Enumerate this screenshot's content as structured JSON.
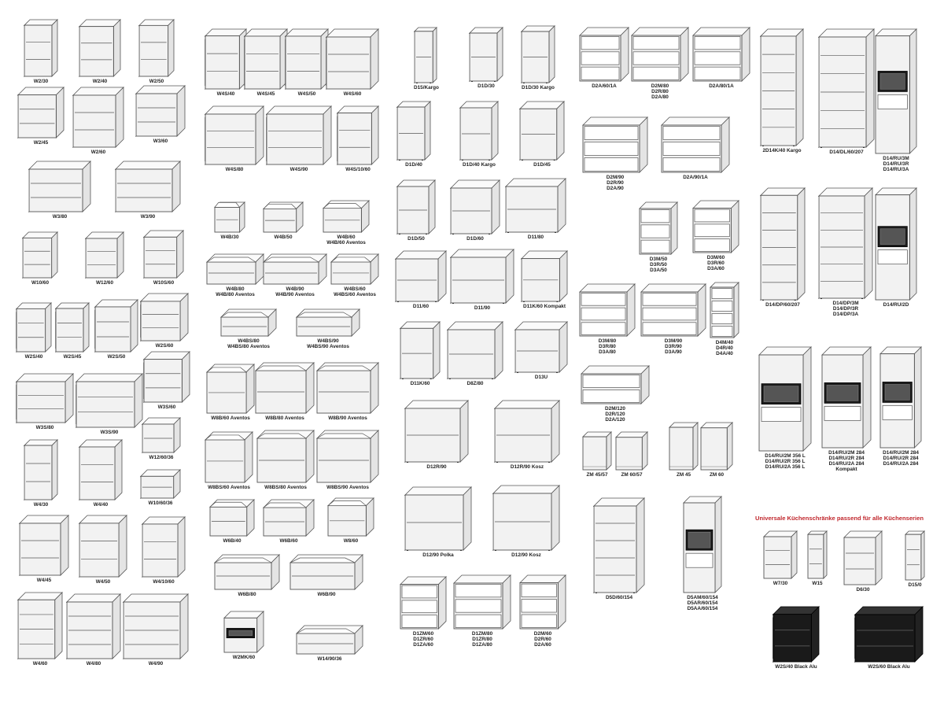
{
  "banner": "Universale Küchenschränke passend für alle Küchenserien",
  "colors": {
    "line": "#555555",
    "fill": "#f2f2f2",
    "dark": "#1a1a1a",
    "accent": "#c0262c"
  },
  "items": [
    {
      "label": [
        "W2/30"
      ],
      "type": "wall"
    },
    {
      "label": [
        "W2/40"
      ],
      "type": "wall"
    },
    {
      "label": [
        "W2/50"
      ],
      "type": "wall"
    },
    {
      "label": [
        "W2/45"
      ],
      "type": "wall"
    },
    {
      "label": [
        "W2/60"
      ],
      "type": "wall"
    },
    {
      "label": [
        "W3/60"
      ],
      "type": "wall"
    },
    {
      "label": [
        "W3/80"
      ],
      "type": "wall"
    },
    {
      "label": [
        "W3/90"
      ],
      "type": "wall"
    },
    {
      "label": [
        "W10/60"
      ],
      "type": "corner"
    },
    {
      "label": [
        "W12/60"
      ],
      "type": "corner"
    },
    {
      "label": [
        "W10S/60"
      ],
      "type": "corner"
    },
    {
      "label": [
        "W2S/40"
      ],
      "type": "glass"
    },
    {
      "label": [
        "W2S/45"
      ],
      "type": "glass"
    },
    {
      "label": [
        "W2S/50"
      ],
      "type": "glass"
    },
    {
      "label": [
        "W2S/60"
      ],
      "type": "glass"
    },
    {
      "label": [
        "W3S/80"
      ],
      "type": "glass"
    },
    {
      "label": [
        "W3S/90"
      ],
      "type": "glass"
    },
    {
      "label": [
        "W3S/60"
      ],
      "type": "glass"
    },
    {
      "label": [
        "W12/60/36"
      ],
      "type": "corner"
    },
    {
      "label": [
        "W10/60/36"
      ],
      "type": "corner"
    },
    {
      "label": [
        "W4/30"
      ],
      "type": "wall"
    },
    {
      "label": [
        "W4/40"
      ],
      "type": "wall"
    },
    {
      "label": [
        "W4/45"
      ],
      "type": "wall"
    },
    {
      "label": [
        "W4/50"
      ],
      "type": "wall"
    },
    {
      "label": [
        "W4/10/60"
      ],
      "type": "wall"
    },
    {
      "label": [
        "W4/60"
      ],
      "type": "wall"
    },
    {
      "label": [
        "W4/80"
      ],
      "type": "wall"
    },
    {
      "label": [
        "W4/90"
      ],
      "type": "wall"
    },
    {
      "label": [
        "W4S/40"
      ],
      "type": "glass"
    },
    {
      "label": [
        "W4S/45"
      ],
      "type": "glass"
    },
    {
      "label": [
        "W4S/50"
      ],
      "type": "glass"
    },
    {
      "label": [
        "W4S/60"
      ],
      "type": "glass"
    },
    {
      "label": [
        "W4S/80"
      ],
      "type": "glass"
    },
    {
      "label": [
        "W4S/90"
      ],
      "type": "glass"
    },
    {
      "label": [
        "W4S/10/60"
      ],
      "type": "glass"
    },
    {
      "label": [
        "W4B/30"
      ],
      "type": "flap"
    },
    {
      "label": [
        "W4B/50"
      ],
      "type": "flap"
    },
    {
      "label": [
        "W4B/60",
        "W4B/60 Aventos"
      ],
      "type": "flap"
    },
    {
      "label": [
        "W4B/80",
        "W4B/80 Aventos"
      ],
      "type": "flap"
    },
    {
      "label": [
        "W4B/90",
        "W4B/90 Aventos"
      ],
      "type": "flap"
    },
    {
      "label": [
        "W4BS/60",
        "W4BS/60 Aventos"
      ],
      "type": "flap"
    },
    {
      "label": [
        "W4BS/80",
        "W4BS/80 Aventos"
      ],
      "type": "flap"
    },
    {
      "label": [
        "W4BS/90",
        "W4BS/90 Aventos"
      ],
      "type": "flap"
    },
    {
      "label": [
        "W8B/60 Aventos"
      ],
      "type": "flap"
    },
    {
      "label": [
        "W8B/80 Aventos"
      ],
      "type": "flap"
    },
    {
      "label": [
        "W8B/90 Aventos"
      ],
      "type": "flap"
    },
    {
      "label": [
        "W8BS/60 Aventos"
      ],
      "type": "flap"
    },
    {
      "label": [
        "W8BS/80 Aventos"
      ],
      "type": "flap"
    },
    {
      "label": [
        "W8BS/90 Aventos"
      ],
      "type": "flap"
    },
    {
      "label": [
        "W6B/40"
      ],
      "type": "flap"
    },
    {
      "label": [
        "W6B/60"
      ],
      "type": "flap"
    },
    {
      "label": [
        "W8/60"
      ],
      "type": "flap"
    },
    {
      "label": [
        "W6B/80"
      ],
      "type": "flap"
    },
    {
      "label": [
        "W6B/90"
      ],
      "type": "flap"
    },
    {
      "label": [
        "W2MK/60"
      ],
      "type": "microwave"
    },
    {
      "label": [
        "W14/90/36"
      ],
      "type": "flap"
    },
    {
      "label": [
        "D15/Kargo"
      ],
      "type": "base"
    },
    {
      "label": [
        "D1D/30"
      ],
      "type": "base"
    },
    {
      "label": [
        "D1D/30 Kargo"
      ],
      "type": "base"
    },
    {
      "label": [
        "D1D/40"
      ],
      "type": "base"
    },
    {
      "label": [
        "D1D/40 Kargo"
      ],
      "type": "base"
    },
    {
      "label": [
        "D1D/45"
      ],
      "type": "base"
    },
    {
      "label": [
        "D1D/50"
      ],
      "type": "base"
    },
    {
      "label": [
        "D1D/60"
      ],
      "type": "base"
    },
    {
      "label": [
        "D11/80"
      ],
      "type": "base"
    },
    {
      "label": [
        "D11/60"
      ],
      "type": "base"
    },
    {
      "label": [
        "D11/90"
      ],
      "type": "base"
    },
    {
      "label": [
        "D11K/60 Kompakt"
      ],
      "type": "base"
    },
    {
      "label": [
        "D11K/60"
      ],
      "type": "base"
    },
    {
      "label": [
        "D8Z/80"
      ],
      "type": "base"
    },
    {
      "label": [
        "D13U"
      ],
      "type": "base"
    },
    {
      "label": [
        "D12R/90"
      ],
      "type": "cornerbase"
    },
    {
      "label": [
        "D12R/90 Kosz"
      ],
      "type": "cornerbase"
    },
    {
      "label": [
        "D12/90 Polka"
      ],
      "type": "cornerbase"
    },
    {
      "label": [
        "D12/90 Kosz"
      ],
      "type": "cornerbase"
    },
    {
      "label": [
        "D1ZM/60",
        "D1ZR/60",
        "D1ZA/60"
      ],
      "type": "drawers"
    },
    {
      "label": [
        "D1ZM/80",
        "D1ZR/80",
        "D1ZA/80"
      ],
      "type": "drawers"
    },
    {
      "label": [
        "D2M/60",
        "D2R/60",
        "D2A/60"
      ],
      "type": "drawers"
    },
    {
      "label": [
        "D2A/60/1A"
      ],
      "type": "drawers"
    },
    {
      "label": [
        "D2M/80",
        "D2R/80",
        "D2A/80"
      ],
      "type": "drawers"
    },
    {
      "label": [
        "D2A/80/1A"
      ],
      "type": "drawers"
    },
    {
      "label": [
        "D2M/90",
        "D2R/90",
        "D2A/90"
      ],
      "type": "drawers"
    },
    {
      "label": [
        "D2A/90/1A"
      ],
      "type": "drawers"
    },
    {
      "label": [
        "D3M/50",
        "D3R/50",
        "D3A/50"
      ],
      "type": "drawers"
    },
    {
      "label": [
        "D3M/60",
        "D3R/60",
        "D3A/60"
      ],
      "type": "drawers"
    },
    {
      "label": [
        "D3M/80",
        "D3R/80",
        "D3A/80"
      ],
      "type": "drawers"
    },
    {
      "label": [
        "D3M/90",
        "D3R/90",
        "D3A/90"
      ],
      "type": "drawers"
    },
    {
      "label": [
        "D4M/40",
        "D4R/40",
        "D4A/40"
      ],
      "type": "drawers"
    },
    {
      "label": [
        "D2M/120",
        "D2R/120",
        "D2A/120"
      ],
      "type": "drawers"
    },
    {
      "label": [
        "ZM 45/57"
      ],
      "type": "panel"
    },
    {
      "label": [
        "ZM 60/57"
      ],
      "type": "panel"
    },
    {
      "label": [
        "ZM 45"
      ],
      "type": "panel"
    },
    {
      "label": [
        "ZM 60"
      ],
      "type": "panel"
    },
    {
      "label": [
        "D5D/60/154"
      ],
      "type": "tall"
    },
    {
      "label": [
        "D5AM/60/154",
        "D5AR/60/154",
        "D5AA/60/154"
      ],
      "type": "oven"
    },
    {
      "label": [
        "2D14K/40 Kargo"
      ],
      "type": "tall"
    },
    {
      "label": [
        "D14/DL/60/207"
      ],
      "type": "tall"
    },
    {
      "label": [
        "D14/RU/3M",
        "D14/RU/3R",
        "D14/RU/3A"
      ],
      "type": "oven"
    },
    {
      "label": [
        "D14/DP/60/207"
      ],
      "type": "tall"
    },
    {
      "label": [
        "D14/DP/3M",
        "D14/DP/3R",
        "D14/DP/3A"
      ],
      "type": "tall"
    },
    {
      "label": [
        "D14/RU/2D"
      ],
      "type": "oven"
    },
    {
      "label": [
        "D14/RU/2M 356 L",
        "D14/RU/2R 356 L",
        "D14/RU/2A 356 L"
      ],
      "type": "oven"
    },
    {
      "label": [
        "D14/RU/2M 284",
        "D14/RU/2R 284",
        "D14/RU/2A 284",
        "Kompakt"
      ],
      "type": "oven"
    },
    {
      "label": [
        "D14/RU/2M 284",
        "D14/RU/2R 284",
        "D14/RU/2A 284"
      ],
      "type": "oven"
    },
    {
      "label": [
        "W7/30"
      ],
      "type": "shelf"
    },
    {
      "label": [
        "W15"
      ],
      "type": "shelf"
    },
    {
      "label": [
        "D6/30"
      ],
      "type": "shelf"
    },
    {
      "label": [
        "D15/0"
      ],
      "type": "shelf"
    },
    {
      "label": [
        "W2S/40 Black Alu"
      ],
      "type": "black"
    },
    {
      "label": [
        "W2S/60 Black Alu"
      ],
      "type": "black"
    }
  ]
}
